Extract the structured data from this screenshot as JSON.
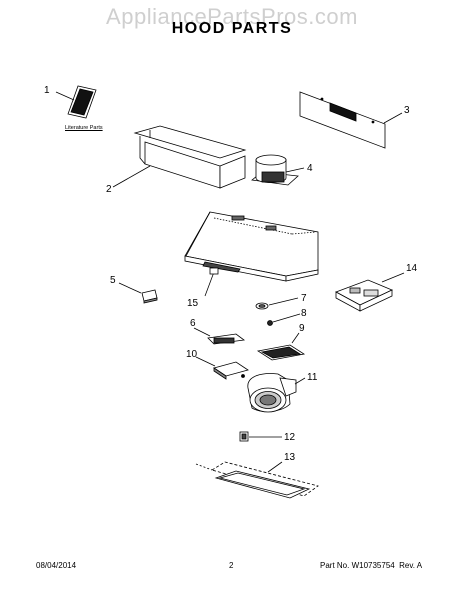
{
  "watermark": "AppliancePartsPros.com",
  "title": "HOOD PARTS",
  "literature_label": "Literature Parts",
  "callouts": {
    "c1": "1",
    "c2": "2",
    "c3": "3",
    "c4": "4",
    "c5": "5",
    "c6": "6",
    "c7": "7",
    "c8": "8",
    "c9": "9",
    "c10": "10",
    "c11": "11",
    "c12": "12",
    "c13": "13",
    "c14": "14",
    "c15": "15"
  },
  "footer": {
    "date": "08/04/2014",
    "page": "2",
    "part_number": "Part No. W10735754  Rev. A"
  }
}
